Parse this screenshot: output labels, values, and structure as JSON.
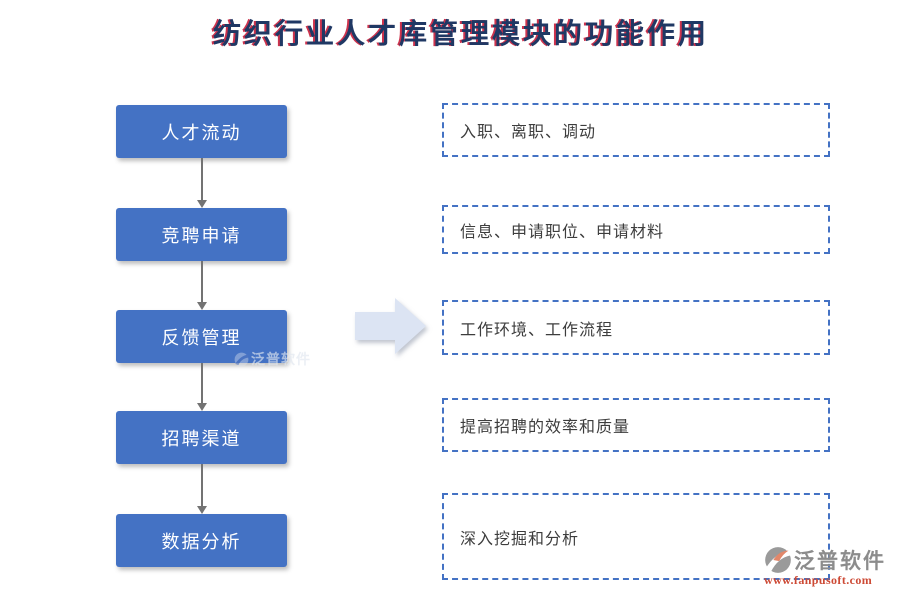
{
  "page": {
    "title": "纺织行业人才库管理模块的功能作用"
  },
  "flow": {
    "steps": [
      {
        "label": "人才流动",
        "desc": "入职、离职、调动"
      },
      {
        "label": "竞聘申请",
        "desc": "信息、申请职位、申请材料"
      },
      {
        "label": "反馈管理",
        "desc": "工作环境、工作流程"
      },
      {
        "label": "招聘渠道",
        "desc": "提高招聘的效率和质量"
      },
      {
        "label": "数据分析",
        "desc": "深入挖掘和分析"
      }
    ]
  },
  "watermark": {
    "text": "泛普软件"
  },
  "logo": {
    "name": "泛普软件",
    "url": "www.fanpusoft.com"
  },
  "colors": {
    "step_box_blue": "#4472C4",
    "dashed_border_blue": "#4472C4",
    "big_arrow_fill": "#DCE4F3",
    "title_blue": "#1F3864",
    "title_shadow_red": "#C00020",
    "connector_gray": "#737373",
    "logo_gray": "#8C8C8C",
    "logo_url_orange": "#CD4A35"
  }
}
